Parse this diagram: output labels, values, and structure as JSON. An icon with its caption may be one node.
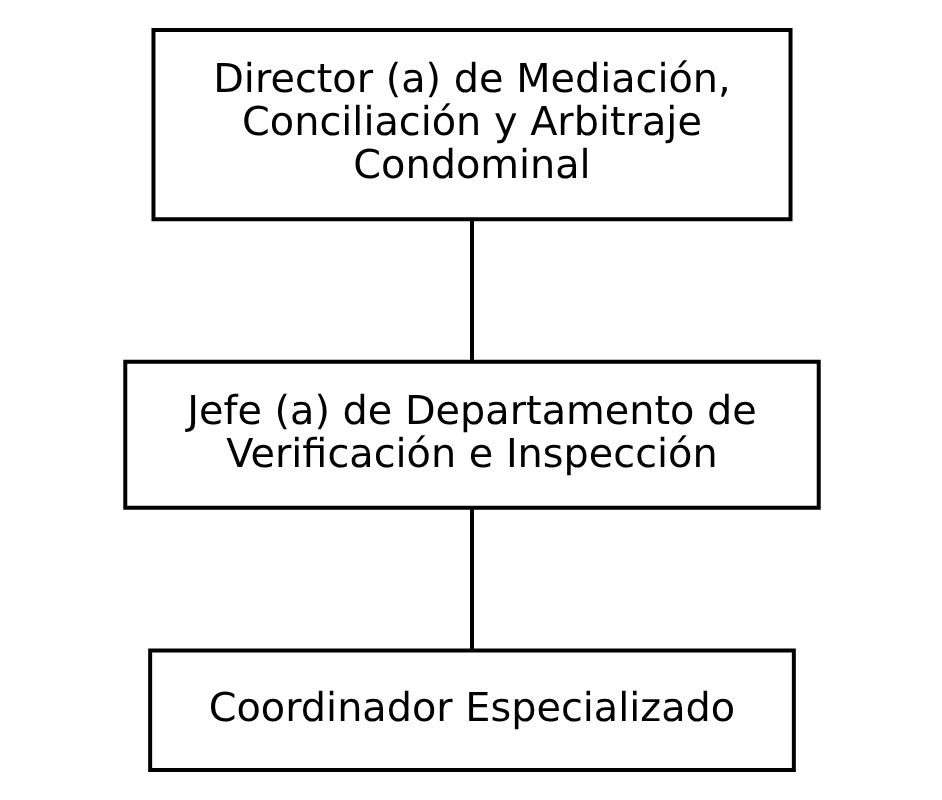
{
  "diagram": {
    "nodes": [
      {
        "text": [
          "Director (a) de Mediación, Conciliación y Arbitraje Condominal"
        ]
      },
      {
        "text": [
          "Jefe (a) de Departamento de Verificación e Inspección"
        ]
      },
      {
        "text": [
          "Coordinador Especializado"
        ]
      }
    ],
    "edges": [
      {
        "from": 0,
        "to": 1,
        "arrow": "none"
      },
      {
        "from": 1,
        "to": 2,
        "arrow": "none"
      }
    ]
  }
}
